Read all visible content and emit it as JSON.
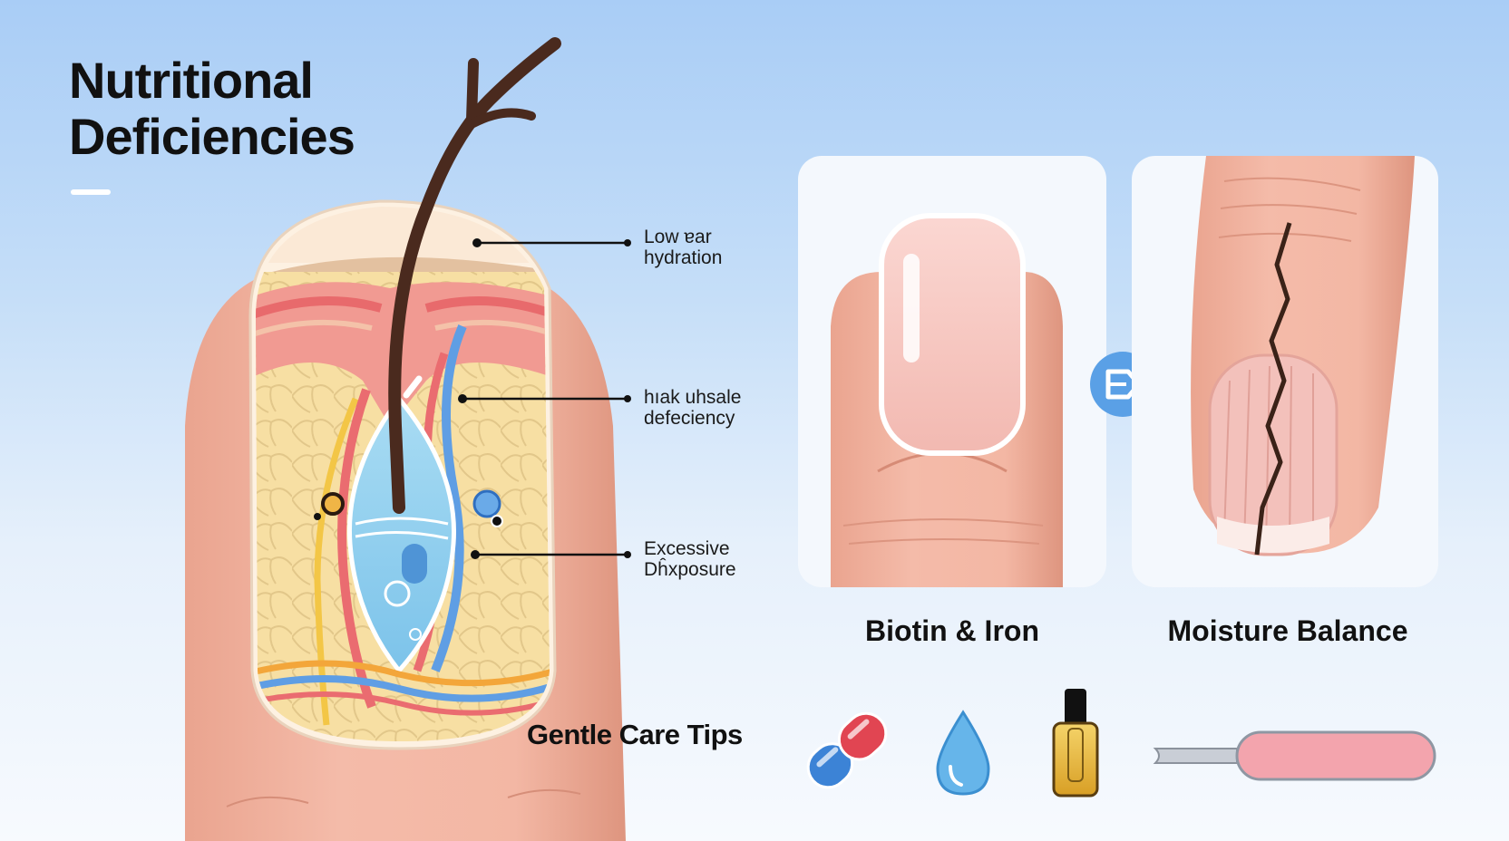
{
  "title": {
    "line1": "Nutritional",
    "line2": "Deficiencies"
  },
  "callouts": [
    {
      "line1": "Low ɐar",
      "line2": "hydration"
    },
    {
      "line1": "hıak uhsale",
      "line2": "defeciency"
    },
    {
      "line1": "Excessive",
      "line2": "Dĥxposure"
    }
  ],
  "panels": {
    "left_caption": "Biotin & Iron",
    "right_caption": "Moisture Balance"
  },
  "tips": {
    "heading": "Gentle Care Tips"
  },
  "icons": [
    "capsule-icon",
    "water-drop-icon",
    "oil-bottle-icon",
    "nail-file-icon",
    "arrow-right-icon"
  ],
  "colors": {
    "skin": "#f1b6a3",
    "nail_pink": "#f7c9c4",
    "accent_blue": "#5aa0e6",
    "hair_brown": "#4a2a1e",
    "capsule_red": "#e14552",
    "capsule_blue": "#3c83d6",
    "oil_gold": "#e7b537"
  }
}
